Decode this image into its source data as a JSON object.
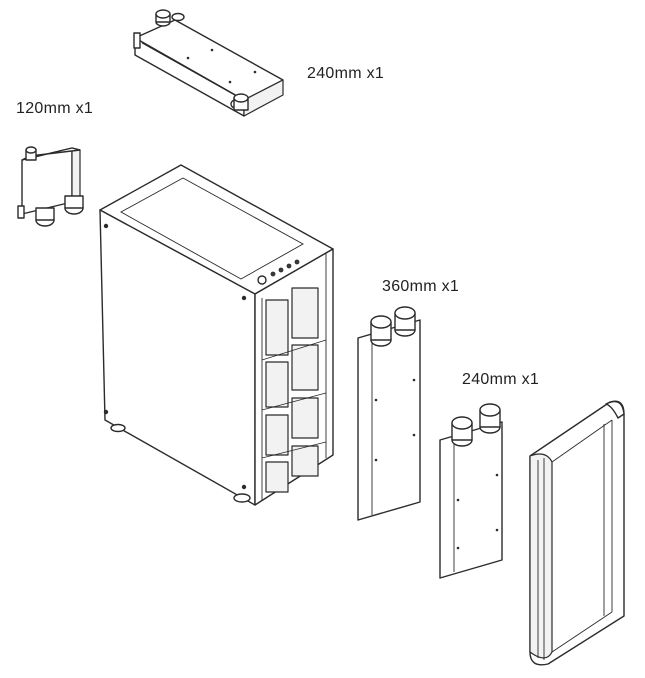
{
  "labels": {
    "radiator_240_top": "240mm x1",
    "radiator_120": "120mm x1",
    "radiator_360": "360mm x1",
    "radiator_240_front": "240mm x1"
  }
}
